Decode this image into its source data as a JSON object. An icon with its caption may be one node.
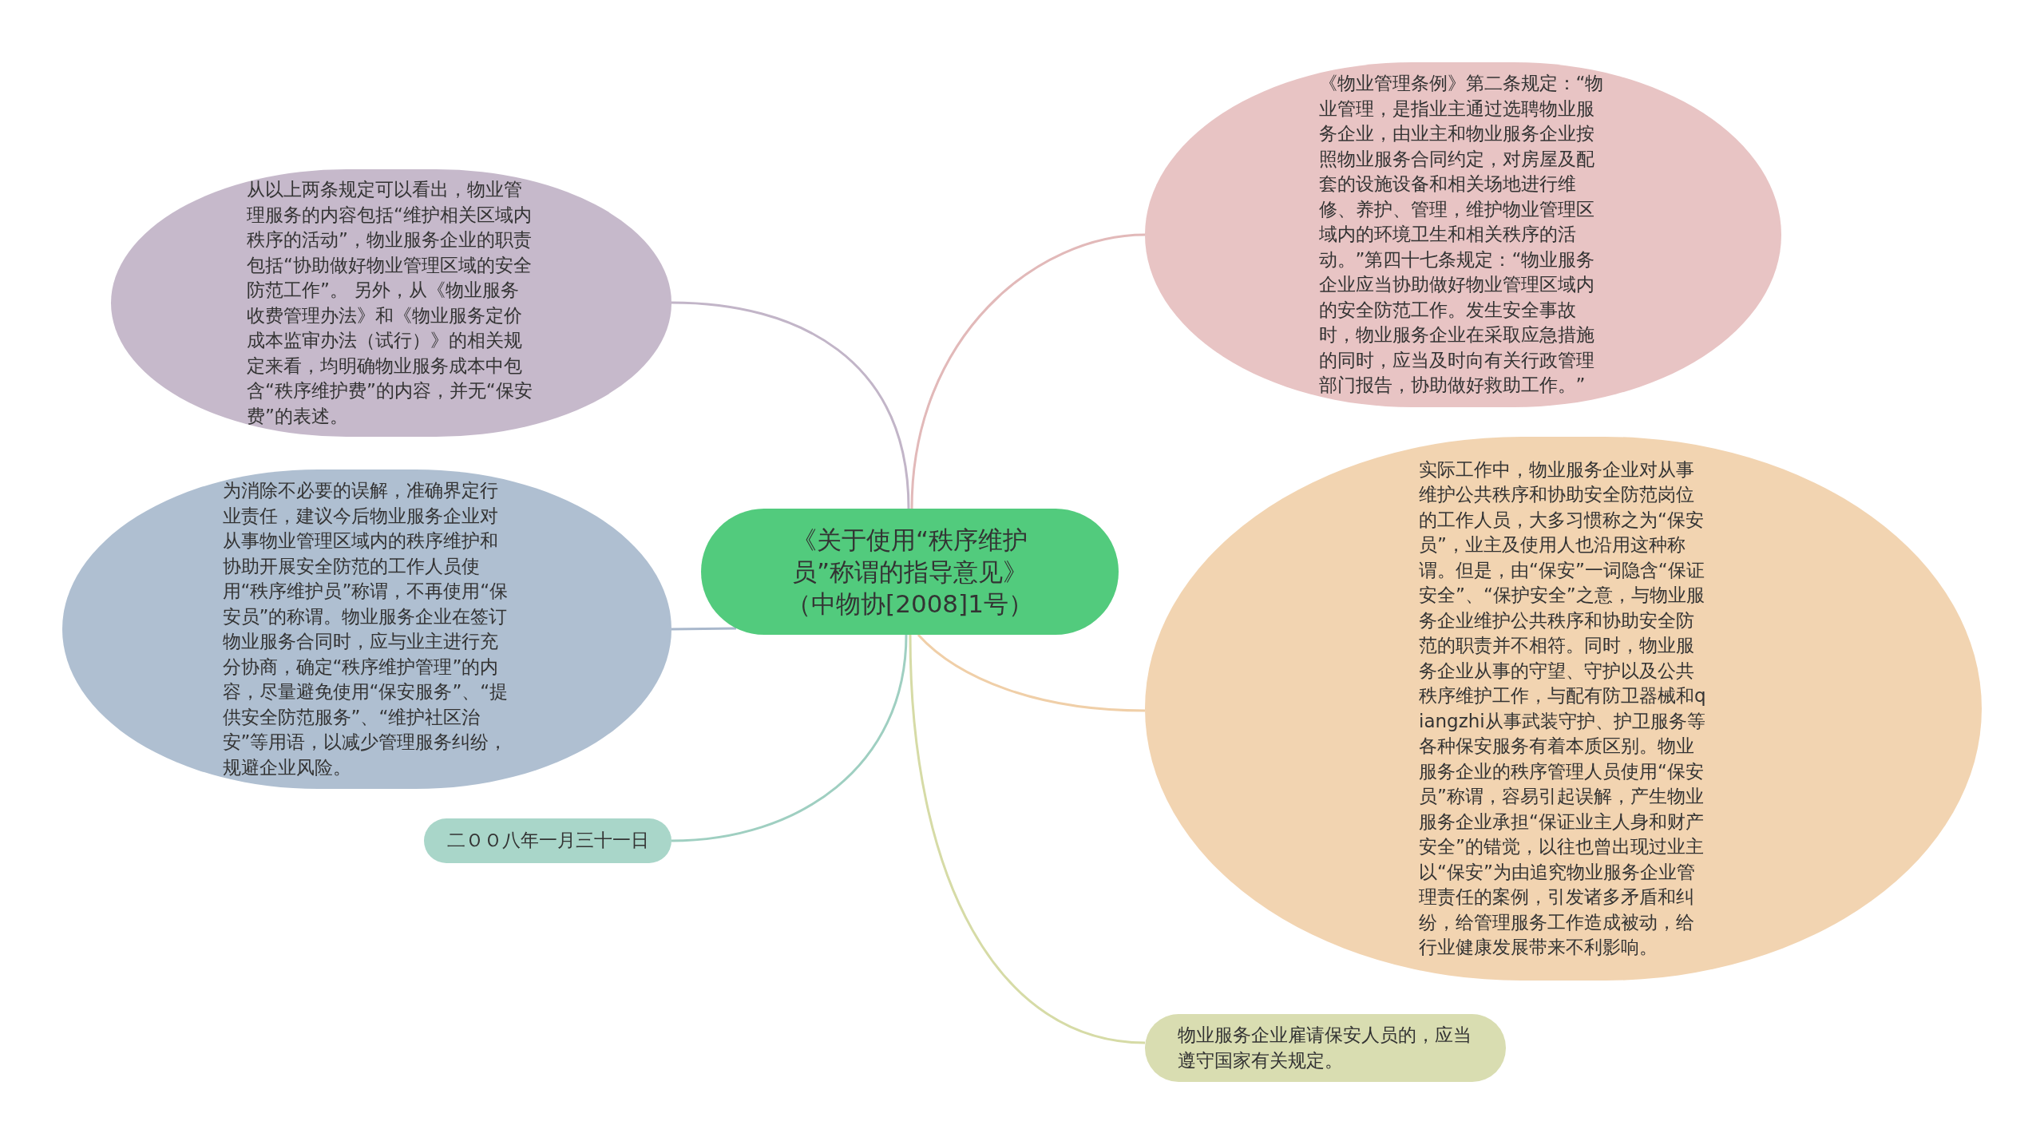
{
  "diagram": {
    "nodes": [
      {
        "text": [
          "《关于使用“秩序维护员”称谓的指导意见》（中物协[2008]1号）"
        ]
      },
      {
        "text": [
          "从以上两条规定可以看出，物业管理服务的内容包括“维护相关区域内秩序的活动”，物业服务企业的职责包括“协助做好物业管理区域的安全防范工作”。 另外，从《物业服务收费管理办法》和《物业服务定价成本监审办法（试行）》的相关规定来看，均明确物业服务成本中包含“秩序维护费”的内容，并无“保安费”的表述。"
        ]
      },
      {
        "text": [
          "为消除不必要的误解，准确界定行业责任，建议今后物业服务企业对从事物业管理区域内的秩序维护和协助开展安全防范的工作人员使用“秩序维护员”称谓，不再使用“保安员”的称谓。物业服务企业在签订物业服务合同时，应与业主进行充分协商，确定“秩序维护管理”的内容，尽量避免使用“保安服务”、“提供安全防范服务”、“维护社区治安”等用语，以减少管理服务纠纷，规避企业风险。"
        ]
      },
      {
        "text": [
          "二ＯＯ八年一月三十一日"
        ]
      },
      {
        "text": [
          "《物业管理条例》第二条规定：“物业管理，是指业主通过选聘物业服务企业，由业主和物业服务企业按照物业服务合同约定，对房屋及配套的设施设备和相关场地进行维修、养护、管理，维护物业管理区域内的环境卫生和相关秩序的活动。”第四十七条规定：“物业服务企业应当协助做好物业管理区域内的安全防范工作。发生安全事故时，物业服务企业在采取应急措施的同时，应当及时向有关行政管理部门报告，协助做好救助工作。”"
        ]
      },
      {
        "text": [
          "实际工作中，物业服务企业对从事维护公共秩序和协助安全防范岗位的工作人员，大多习惯称之为“保安员”，业主及使用人也沿用这种称谓。但是，由“保安”一词隐含“保证安全”、“保护安全”之意，与物业服务企业维护公共秩序和协助安全防范的职责并不相符。同时，物业服务企业从事的守望、守护以及公共秩序维护工作，与配有防卫器械和qiangzhi从事武装守护、护卫服务等各种保安服务有着本质区别。物业服务企业的秩序管理人员使用“保安员”称谓，容易引起误解，产生物业服务企业承担“保证业主人身和财产安全”的错觉，以往也曾出现过业主以“保安”为由追究物业服务企业管理责任的案例，引发诸多矛盾和纠纷，给管理服务工作造成被动，给行业健康发展带来不利影响。"
        ]
      },
      {
        "text": [
          "物业服务企业雇请保安人员的，应当遵守国家有关规定。"
        ]
      }
    ],
    "edges": [
      {
        "from": 0,
        "to": 1,
        "arrow": "none",
        "color": "#c2b5c8"
      },
      {
        "from": 0,
        "to": 2,
        "arrow": "none",
        "color": "#a9b8cc"
      },
      {
        "from": 0,
        "to": 3,
        "arrow": "none",
        "color": "#9fcfc1"
      },
      {
        "from": 0,
        "to": 4,
        "arrow": "none",
        "color": "#e2b9b9"
      },
      {
        "from": 0,
        "to": 5,
        "arrow": "none",
        "color": "#f0cfa8"
      },
      {
        "from": 0,
        "to": 6,
        "arrow": "none",
        "color": "#d6dba6"
      }
    ]
  }
}
